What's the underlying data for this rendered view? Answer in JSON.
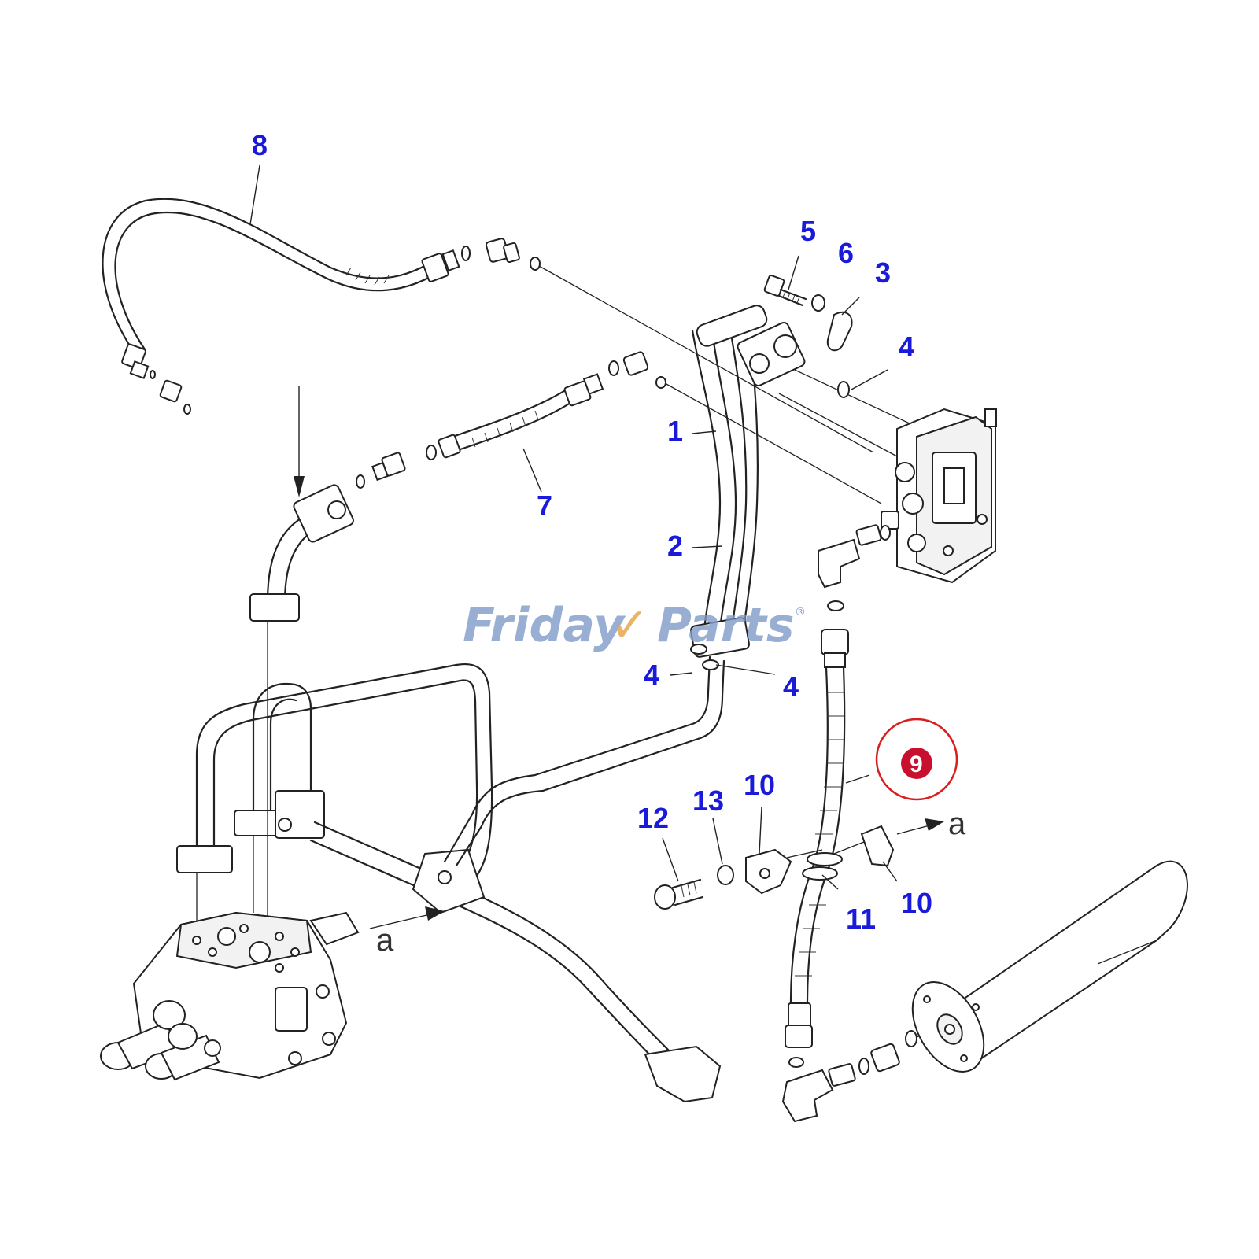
{
  "callouts": {
    "c1": "1",
    "c2": "2",
    "c3": "3",
    "c4a": "4",
    "c4b": "4",
    "c4c": "4",
    "c5": "5",
    "c6": "6",
    "c7": "7",
    "c8": "8",
    "c9": "9",
    "c10a": "10",
    "c10b": "10",
    "c11": "11",
    "c12": "12",
    "c13": "13"
  },
  "view_refs": {
    "a_right": "a",
    "a_left": "a"
  },
  "watermark": {
    "part1": "Friday",
    "part2": "Parts",
    "registered": "®"
  },
  "colors": {
    "callout": "#1a1adb",
    "highlight_ring": "#d81e1e",
    "highlight_fill": "#c8102e"
  }
}
